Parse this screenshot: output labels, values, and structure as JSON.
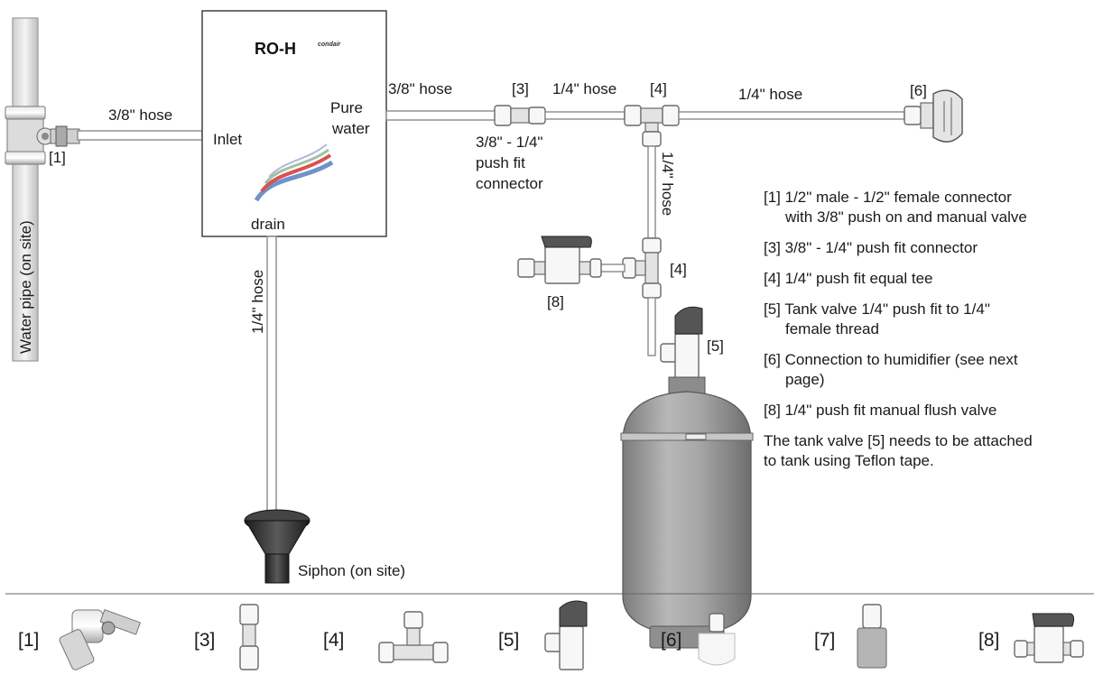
{
  "unit": {
    "name": "RO-H",
    "brand": "condair",
    "inlet": "Inlet",
    "pure_water": [
      "Pure",
      "water"
    ],
    "drain": "drain"
  },
  "labels": {
    "water_pipe": "Water pipe (on site)",
    "hose_inlet": "3/8\" hose",
    "hose_out": "3/8\" hose",
    "hose_mid": "1/4\" hose",
    "hose_long": "1/4\" hose",
    "hose_vert": "1/4\" hose",
    "hose_drain": "1/4\" hose",
    "connector_note": [
      "3/8\" - 1/4\"",
      "push fit",
      "connector"
    ],
    "siphon": "Siphon (on site)",
    "tag_1": "[1]",
    "tag_3": "[3]",
    "tag_4_top": "[4]",
    "tag_4_side": "[4]",
    "tag_5": "[5]",
    "tag_6": "[6]",
    "tag_8": "[8]"
  },
  "legend": [
    [
      "[1] 1/2\" male - 1/2\" female connector",
      "with 3/8\" push on and manual valve"
    ],
    [
      "[3] 3/8\" - 1/4\" push fit connector"
    ],
    [
      "[4] 1/4\" push fit equal tee"
    ],
    [
      "[5] Tank valve 1/4\" push fit to 1/4\"",
      "female thread"
    ],
    [
      "[6] Connection to humidifier (see next",
      "page)"
    ],
    [
      "[8] 1/4\" push fit manual flush valve"
    ],
    [
      "The tank valve [5] needs to be attached",
      "to tank using Teflon tape."
    ]
  ],
  "parts_row": [
    "[1]",
    "[3]",
    "[4]",
    "[5]",
    "[6]",
    "[7]",
    "[8]"
  ],
  "colors": {
    "tank": "#9a9a9a",
    "valve_handle": "#555555",
    "funnel": "#2e2e2e",
    "gradient_wave_1": "#6f93c9",
    "gradient_wave_2": "#d9534f"
  }
}
